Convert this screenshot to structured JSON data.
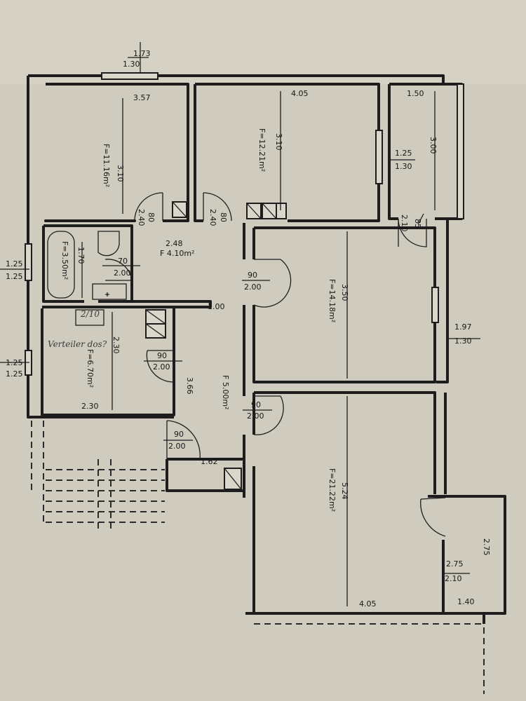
{
  "top_dims": {
    "a": "1.73",
    "b": "1.30"
  },
  "room1": {
    "width": "3.57",
    "depth": "3.10",
    "area": "F=11.16m²"
  },
  "room2": {
    "width": "4.05",
    "depth": "3.10",
    "area": "F=12.21m²"
  },
  "room3": {
    "width": "1.50",
    "depth": "3.00",
    "window_a": "1.25",
    "window_b": "1.30"
  },
  "door_r3": {
    "w": "85",
    "h": "2.10"
  },
  "door_r1": {
    "w": "80",
    "h": "2.40"
  },
  "door_r2": {
    "w": "80",
    "h": "2.40"
  },
  "hall": {
    "width": "2.48",
    "area": "F 4.10m²",
    "door_w": "70",
    "door_h": "2.00"
  },
  "bath": {
    "depth": "1.70",
    "area": "F=3.50m²"
  },
  "left_window_1": {
    "a": "1.25",
    "b": "1.25"
  },
  "left_window_2": {
    "a": "1.25",
    "b": "1.25"
  },
  "room4": {
    "width": "3.50",
    "area": "F=14.18m²",
    "door_w": "90",
    "door_h": "2.00"
  },
  "right_window": {
    "a": "1.97",
    "b": "1.30"
  },
  "corridor": {
    "dim": "1.00",
    "area": "F 5.00m²",
    "dim2": "3.66"
  },
  "room5": {
    "depth": "2.30",
    "width": "2.30",
    "area": "F=6.70m²",
    "door_w": "90",
    "door_h": "2.00",
    "note": "Verteiler dos?",
    "small_note": "2/10"
  },
  "door_living": {
    "w": "90",
    "h": "2.00"
  },
  "entrance": {
    "door_w": "90",
    "door_h": "2.00",
    "dim": "1.62"
  },
  "living": {
    "depth": "5.24",
    "width": "4.05",
    "area": "F=21.22m²"
  },
  "balcony": {
    "dim_a": "2.75",
    "door_w": "2.75",
    "door_h": "2.10",
    "width": "1.40"
  }
}
